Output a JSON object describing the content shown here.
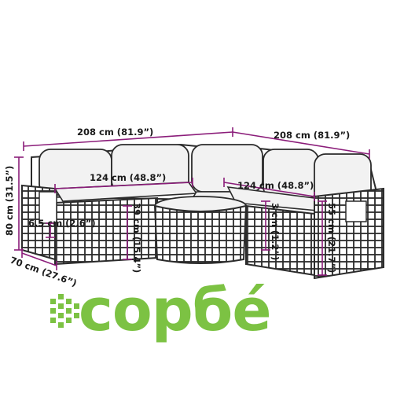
{
  "dimensions": {
    "top_left_width": "208 cm (81.9”)",
    "top_right_width": "208 cm (81.9”)",
    "seat_left_width": "124 cm (48.8”)",
    "seat_right_width": "124 cm (48.8”)",
    "total_height": "80 cm (31.5”)",
    "depth": "70 cm (27.6”)",
    "cushion_thickness": "6.5 cm (2.6”)",
    "seat_height": "39 cm (15.4”)",
    "armrest_gap": "3 cm (1.2”)",
    "armrest_height": "55 cm (21.7”)"
  },
  "logo": {
    "text": "сорбе́",
    "accent_color": "#7cc243",
    "icon": "woven-pattern-icon"
  },
  "colors": {
    "dimension_line": "#8b1d7a",
    "furniture_frame": "#2b2b2b",
    "cushion": "#f2f2f2"
  }
}
